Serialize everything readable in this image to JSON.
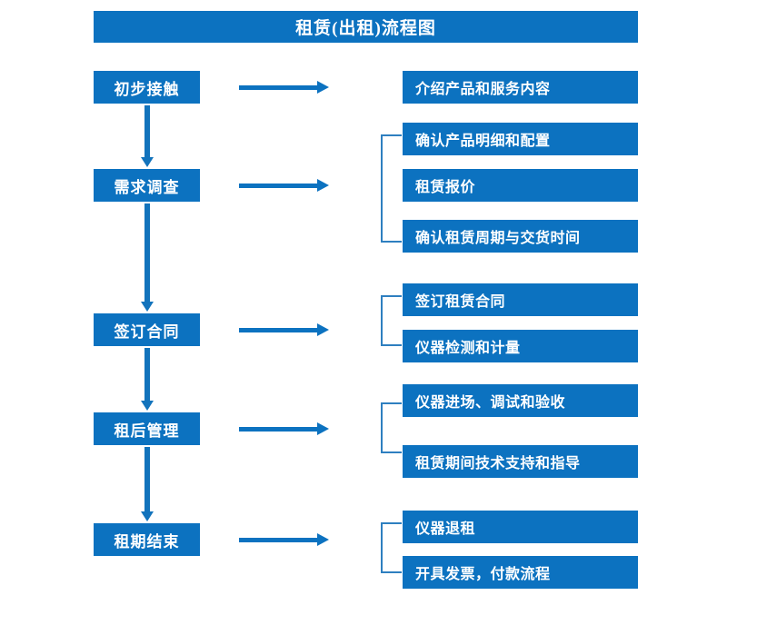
{
  "diagram": {
    "title": "租赁(出租)流程图",
    "accent_color": "#0C72C0",
    "connector_color": "#2E7FC0",
    "stages": [
      {
        "label": "初步接触"
      },
      {
        "label": "需求调查"
      },
      {
        "label": "签订合同"
      },
      {
        "label": "租后管理"
      },
      {
        "label": "租期结束"
      }
    ],
    "details": [
      {
        "label": "介绍产品和服务内容"
      },
      {
        "label": "确认产品明细和配置"
      },
      {
        "label": "租赁报价"
      },
      {
        "label": "确认租赁周期与交货时间"
      },
      {
        "label": "签订租赁合同"
      },
      {
        "label": "仪器检测和计量"
      },
      {
        "label": "仪器进场、调试和验收"
      },
      {
        "label": "租赁期间技术支持和指导"
      },
      {
        "label": "仪器退租"
      },
      {
        "label": "开具发票，付款流程"
      }
    ]
  }
}
